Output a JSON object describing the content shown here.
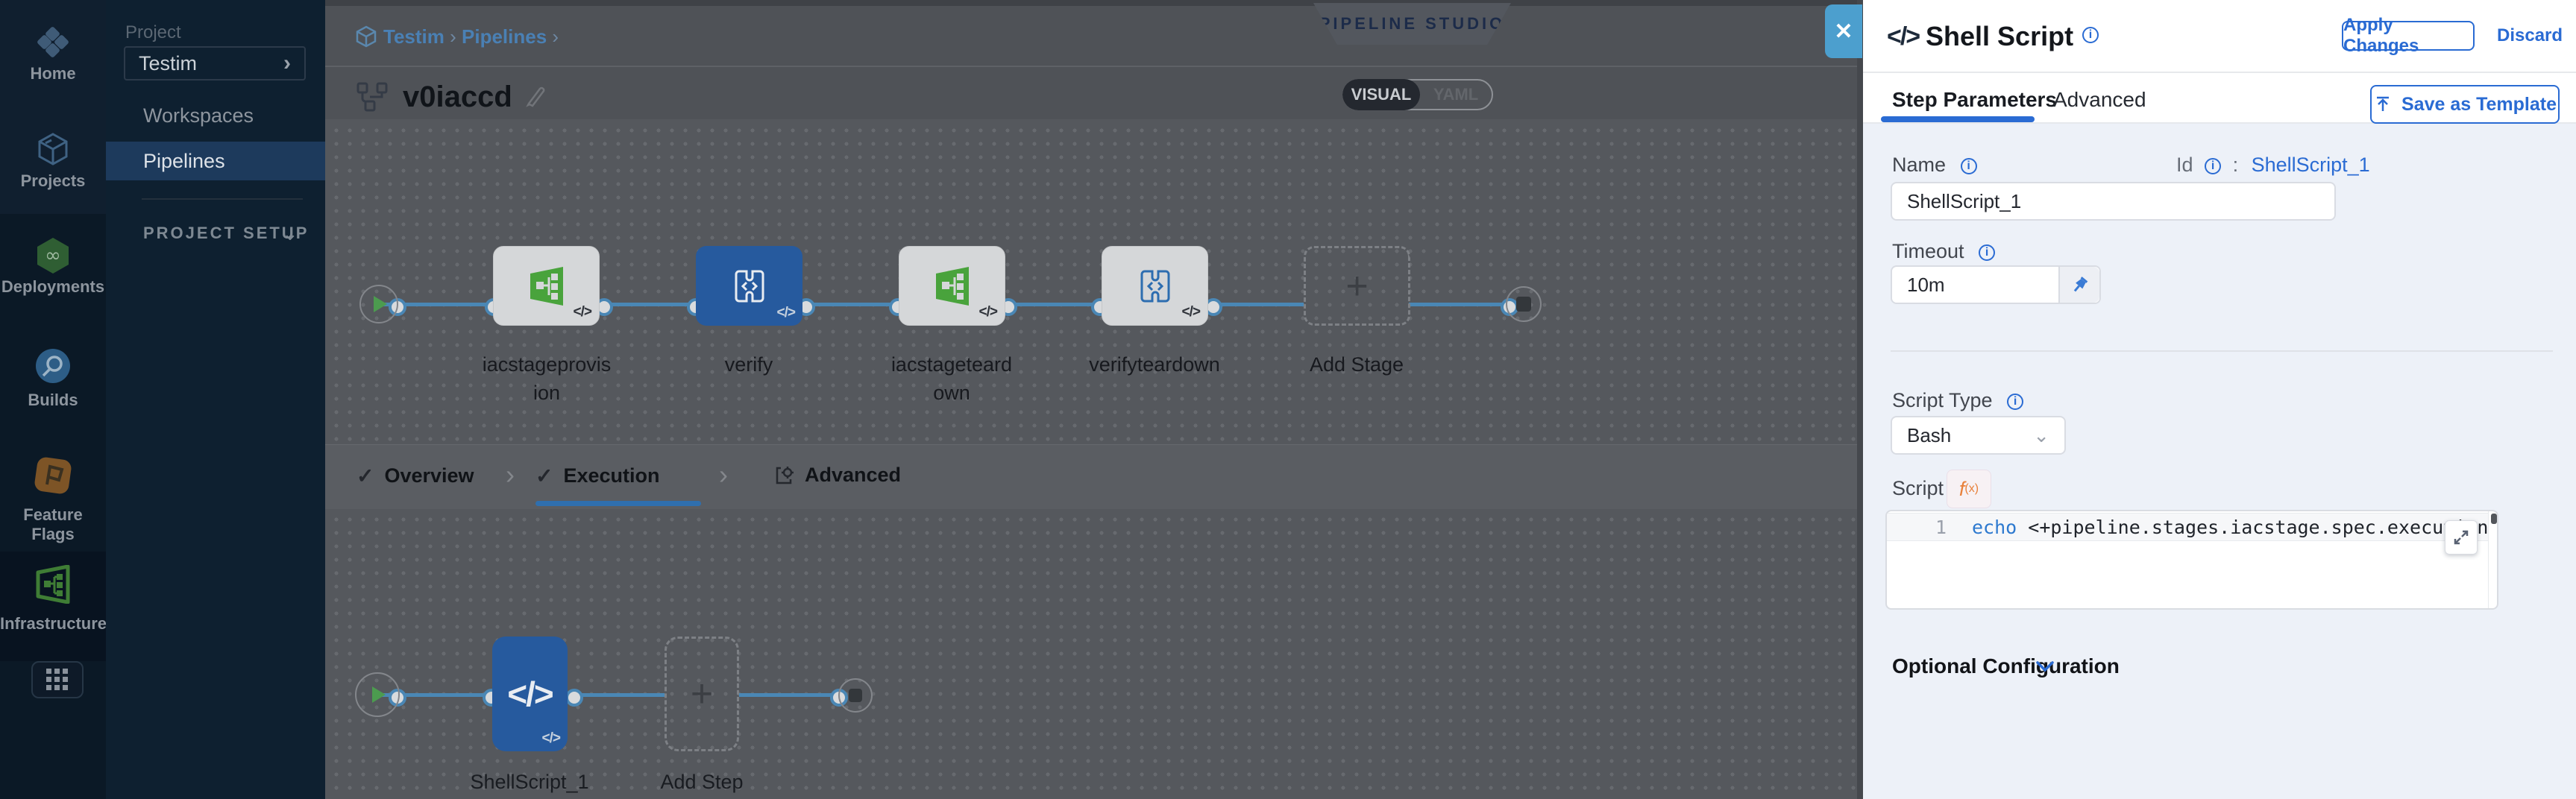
{
  "sidebar": {
    "modules": [
      {
        "label": "Home"
      },
      {
        "label": "Projects"
      },
      {
        "label": "Deployments"
      },
      {
        "label": "Builds"
      },
      {
        "label": "Feature Flags"
      },
      {
        "label": "Infrastructures"
      }
    ]
  },
  "project_nav": {
    "section_label": "Project",
    "project_name": "Testim",
    "workspaces_label": "Workspaces",
    "pipelines_label": "Pipelines",
    "setup_label": "PROJECT SETUP"
  },
  "header": {
    "breadcrumb": {
      "crumb1": "Testim",
      "sep1": "›",
      "crumb2": "Pipelines",
      "sep2": "›"
    },
    "pipeline_title": "v0iaccd",
    "studio_badge": "PIPELINE STUDIO",
    "toggle": {
      "visual": "VISUAL",
      "yaml": "YAML"
    },
    "close_label": "✕"
  },
  "canvas": {
    "stages": [
      {
        "label": "iacstageprovision",
        "badge": "</>"
      },
      {
        "label": "verify",
        "badge": "</>"
      },
      {
        "label": "iacstageteardown",
        "badge": "</>"
      },
      {
        "label": "verifyteardown",
        "badge": "</>"
      },
      {
        "label": "Add Stage",
        "plus": "+"
      }
    ],
    "tabs": {
      "overview": "Overview",
      "execution": "Execution",
      "advanced": "Advanced",
      "check": "✓",
      "sep": "›"
    },
    "steps": [
      {
        "label": "ShellScript_1",
        "glyph": "</>",
        "badge": "</>"
      },
      {
        "label": "Add Step",
        "plus": "+"
      }
    ]
  },
  "drawer": {
    "title": "Shell Script",
    "title_glyph": "</>",
    "apply_label": "Apply Changes",
    "discard_label": "Discard",
    "tabs": {
      "step_parameters": "Step Parameters",
      "advanced": "Advanced"
    },
    "save_template_label": "Save as Template",
    "fields": {
      "name_label": "Name",
      "name_value": "ShellScript_1",
      "id_label": "Id",
      "id_sep": ":",
      "id_value": "ShellScript_1",
      "timeout_label": "Timeout",
      "timeout_value": "10m",
      "script_type_label": "Script Type",
      "script_type_value": "Bash",
      "script_label": "Script",
      "fx_label": "f",
      "fx_sub": "(x)",
      "info_glyph": "i"
    },
    "editor": {
      "line_number": "1",
      "keyword": "echo",
      "code_rest": " <+pipeline.stages.iacstage.spec.execution.steps.appl"
    },
    "optional_label": "Optional Configuration"
  },
  "colors": {
    "accent_blue": "#2a6bd3",
    "node_blue": "#265a9e",
    "edge_blue": "#4a87b5",
    "infra_green": "#49a33c"
  }
}
